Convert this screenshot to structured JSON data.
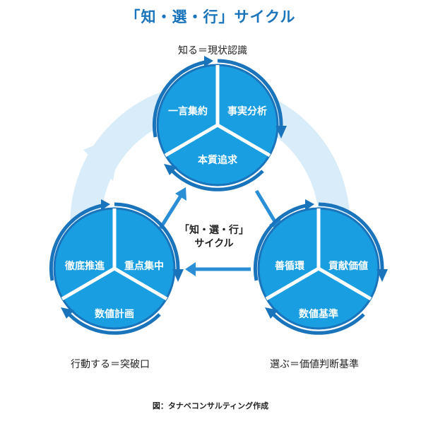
{
  "title": "「知・選・行」サイクル",
  "center": {
    "line1": "「知・選・行」",
    "line2": "サイクル"
  },
  "footer": "図：タナベコンサルティング作成",
  "colors": {
    "accent": "#1a74bc",
    "circle": "#199ee1",
    "ring": "#d8ecf9",
    "arrow": "#2a8fd6"
  },
  "nodes": {
    "top": {
      "caption": "知る＝現状認識",
      "segments": [
        "一言集約",
        "事実分析",
        "本質追求"
      ]
    },
    "left": {
      "caption": "行動する＝突破口",
      "segments": [
        "徹底推進",
        "重点集中",
        "数値計画"
      ]
    },
    "right": {
      "caption": "選ぶ＝価値判断基準",
      "segments": [
        "善循環",
        "貢献価値",
        "数値基準"
      ]
    }
  }
}
